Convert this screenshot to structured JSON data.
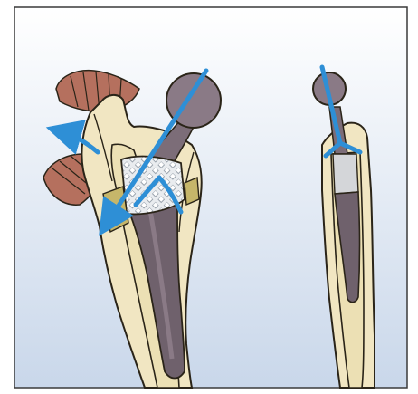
{
  "figure": {
    "panels": [
      {
        "view": "anterior-oblique",
        "icon": "hip-stem-implant-illustration"
      },
      {
        "view": "lateral",
        "icon": "hip-stem-implant-illustration"
      }
    ],
    "colors": {
      "frame": "#3a3a3a",
      "background_top": "#ffffff",
      "background_bottom": "#c9d7ea",
      "bone": "#f1e6c2",
      "bone_outline": "#2a2418",
      "canal": "#ece0b4",
      "implant": "#8a7a86",
      "implant_dark": "#6f616c",
      "coating": "#e9ecef",
      "muscle": "#b5705e",
      "force_arrow": "#2e8fd6"
    }
  }
}
